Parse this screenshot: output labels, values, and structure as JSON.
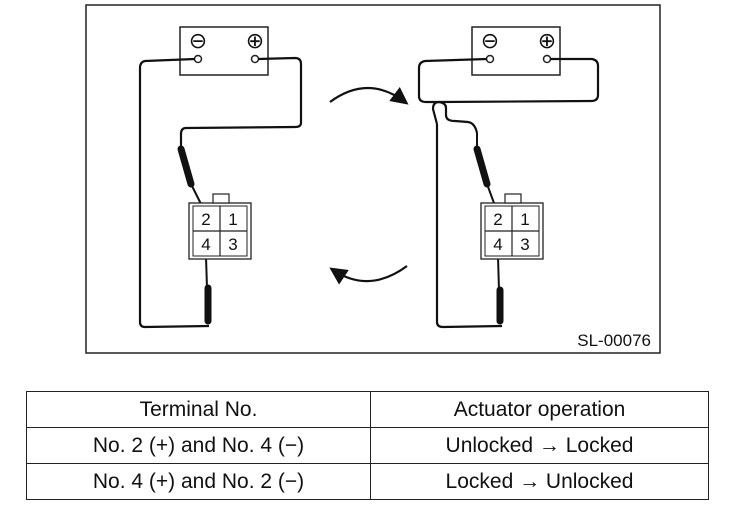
{
  "diagram": {
    "figure_code": "SL-00076",
    "battery": {
      "negative_symbol": "⊖",
      "positive_symbol": "⊕"
    },
    "connector_pins": {
      "top_left": "2",
      "top_right": "1",
      "bottom_left": "4",
      "bottom_right": "3"
    }
  },
  "table": {
    "headers": [
      "Terminal No.",
      "Actuator operation"
    ],
    "rows": [
      {
        "terminal": "No. 2 (+) and No. 4 (−)",
        "operation": "Unlocked → Locked"
      },
      {
        "terminal": "No. 4 (+) and No. 2 (−)",
        "operation": "Locked → Unlocked"
      }
    ]
  }
}
